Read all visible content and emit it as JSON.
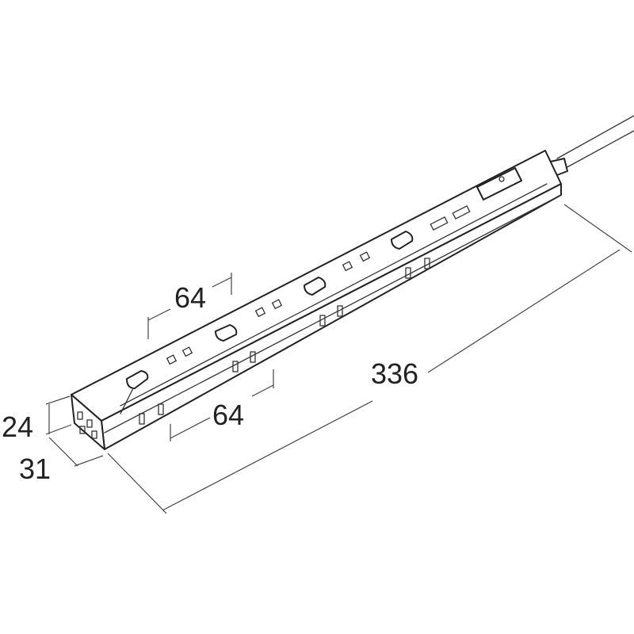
{
  "dimensions": {
    "length": "336",
    "pitch_top": "64",
    "pitch_side": "64",
    "height": "24",
    "width": "31"
  },
  "colors": {
    "line": "#222222",
    "background": "#ffffff"
  }
}
